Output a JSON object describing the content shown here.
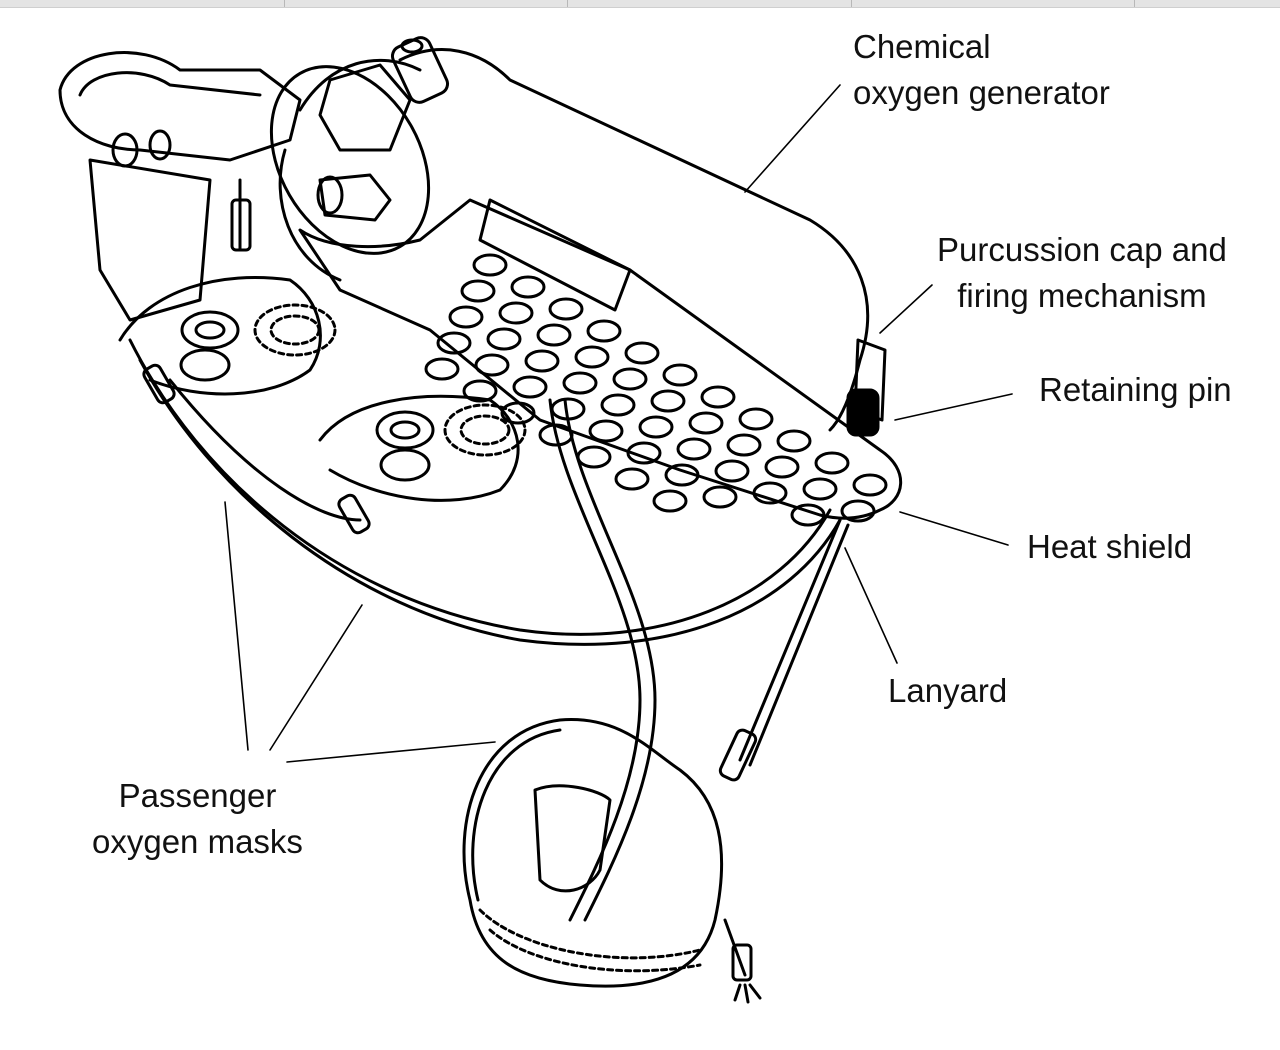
{
  "figure": {
    "subject": "Passenger oxygen system: chemical oxygen generator unit with drop-down masks",
    "ink_color": "#000000",
    "background_color": "#ffffff",
    "top_bar_color": "#e4e4e4"
  },
  "labels": {
    "chemical_generator": {
      "line1": "Chemical",
      "line2": "oxygen generator"
    },
    "percussion_cap": {
      "line1": "Purcussion cap and",
      "line2": "firing mechanism"
    },
    "retaining_pin": {
      "line1": "Retaining pin"
    },
    "heat_shield": {
      "line1": "Heat shield"
    },
    "lanyard": {
      "line1": "Lanyard"
    },
    "passenger_masks": {
      "line1": "Passenger",
      "line2": "oxygen masks"
    }
  },
  "icons": {
    "generator": "chemical-oxygen-generator-drawing",
    "mask": "oxygen-mask-drawing"
  }
}
